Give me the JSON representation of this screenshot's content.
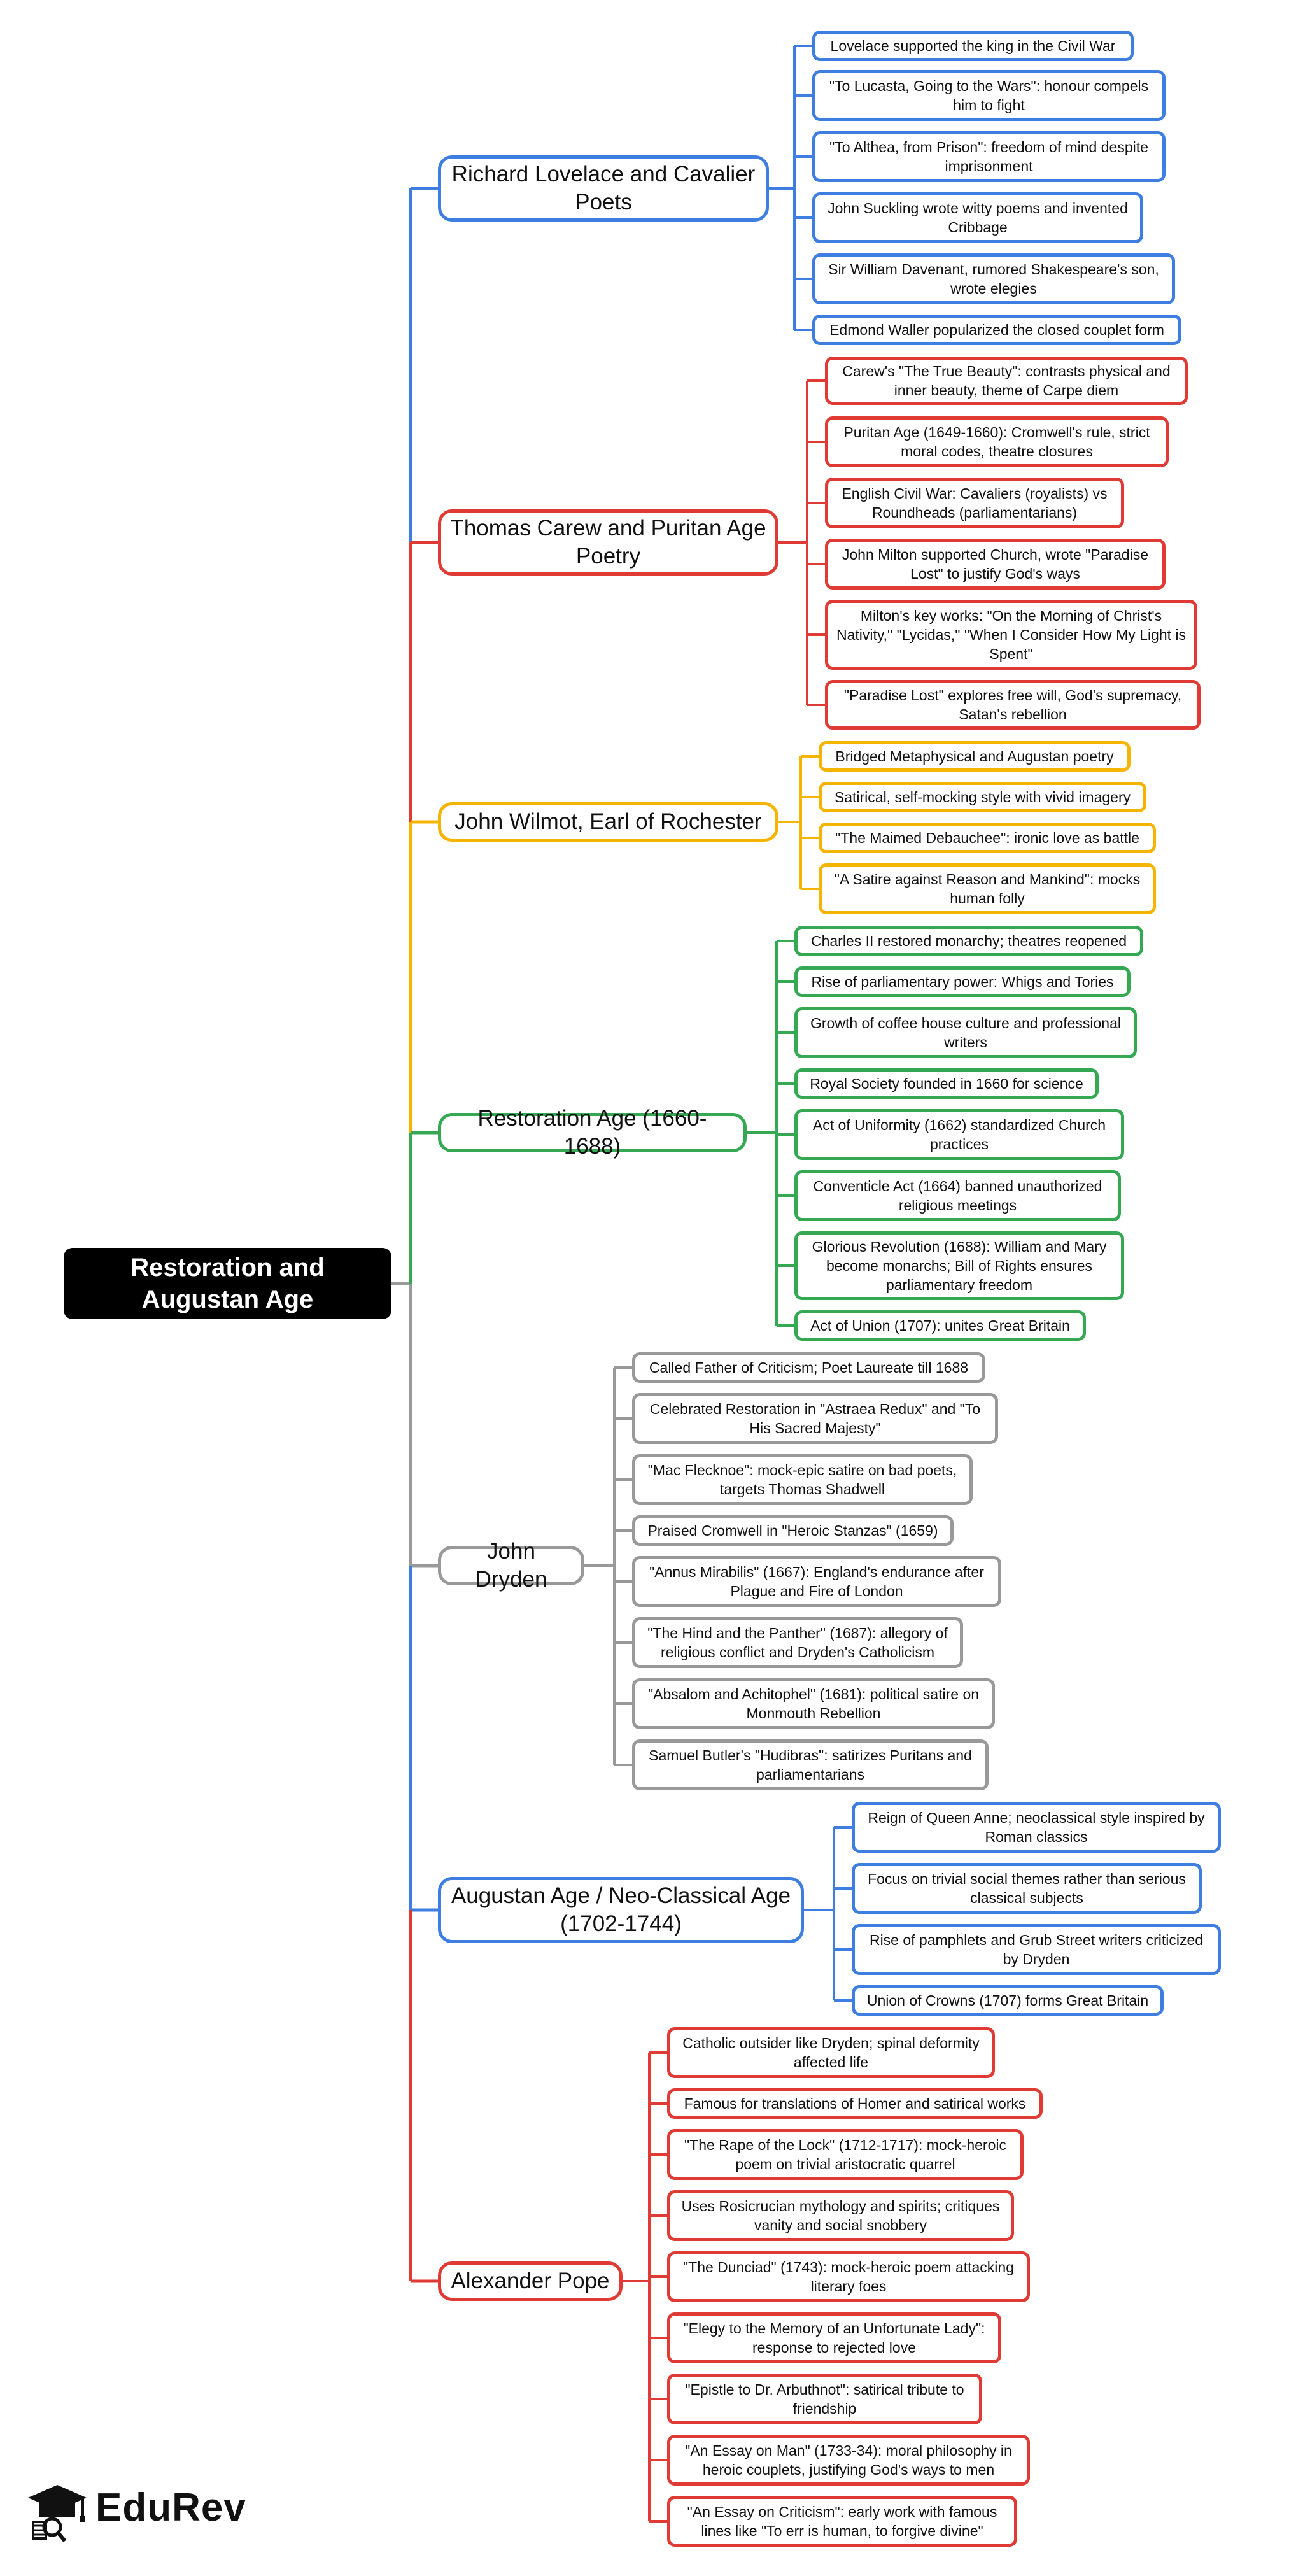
{
  "root": "Restoration and Augustan Age",
  "colors": {
    "blue": "#3d7ee0",
    "red": "#e03a35",
    "yellow": "#f4b400",
    "green": "#34a853",
    "gray": "#999999"
  },
  "branches": [
    {
      "label": "Richard Lovelace and Cavalier Poets",
      "color": "blue",
      "leaves": [
        "Lovelace supported the king in the Civil War",
        "\"To Lucasta, Going to the Wars\": honour compels him to fight",
        "\"To Althea, from Prison\": freedom of mind despite imprisonment",
        "John Suckling wrote witty poems and invented Cribbage",
        "Sir William Davenant, rumored Shakespeare's son, wrote elegies",
        "Edmond Waller popularized the closed couplet form"
      ]
    },
    {
      "label": "Thomas Carew and Puritan Age Poetry",
      "color": "red",
      "leaves": [
        "Carew's \"The True Beauty\": contrasts physical and inner beauty, theme of Carpe diem",
        "Puritan Age (1649-1660): Cromwell's rule, strict moral codes, theatre closures",
        "English Civil War: Cavaliers (royalists) vs Roundheads (parliamentarians)",
        "John Milton supported Church, wrote \"Paradise Lost\" to justify God's ways",
        "Milton's key works: \"On the Morning of Christ's Nativity,\" \"Lycidas,\" \"When I Consider How My Light is Spent\"",
        "\"Paradise Lost\" explores free will, God's supremacy, Satan's rebellion"
      ]
    },
    {
      "label": "John Wilmot, Earl of Rochester",
      "color": "yellow",
      "leaves": [
        "Bridged Metaphysical and Augustan poetry",
        "Satirical, self-mocking style with vivid imagery",
        "\"The Maimed Debauchee\": ironic love as battle",
        "\"A Satire against Reason and Mankind\": mocks human folly"
      ]
    },
    {
      "label": "Restoration Age (1660-1688)",
      "color": "green",
      "leaves": [
        "Charles II restored monarchy; theatres reopened",
        "Rise of parliamentary power: Whigs and Tories",
        "Growth of coffee house culture and professional writers",
        "Royal Society founded in 1660 for science",
        "Act of Uniformity (1662) standardized Church practices",
        "Conventicle Act (1664) banned unauthorized religious meetings",
        "Glorious Revolution (1688): William and Mary become monarchs; Bill of Rights ensures parliamentary freedom",
        "Act of Union (1707): unites Great Britain"
      ]
    },
    {
      "label": "John Dryden",
      "color": "gray",
      "leaves": [
        "Called Father of Criticism; Poet Laureate till 1688",
        "Celebrated Restoration in \"Astraea Redux\" and \"To His Sacred Majesty\"",
        "\"Mac Flecknoe\": mock-epic satire on bad poets, targets Thomas Shadwell",
        "Praised Cromwell in \"Heroic Stanzas\" (1659)",
        "\"Annus Mirabilis\" (1667): England's endurance after Plague and Fire of London",
        "\"The Hind and the Panther\" (1687): allegory of religious conflict and Dryden's Catholicism",
        "\"Absalom and Achitophel\" (1681): political satire on Monmouth Rebellion",
        "Samuel Butler's \"Hudibras\": satirizes Puritans and parliamentarians"
      ]
    },
    {
      "label": "Augustan Age / Neo-Classical Age (1702-1744)",
      "color": "blue",
      "leaves": [
        "Reign of Queen Anne; neoclassical style inspired by Roman classics",
        "Focus on trivial social themes rather than serious classical subjects",
        "Rise of pamphlets and Grub Street writers criticized by Dryden",
        "Union of Crowns (1707) forms Great Britain"
      ]
    },
    {
      "label": "Alexander Pope",
      "color": "red",
      "leaves": [
        "Catholic outsider like Dryden; spinal deformity affected life",
        "Famous for translations of Homer and satirical works",
        "\"The Rape of the Lock\" (1712-1717): mock-heroic poem on trivial aristocratic quarrel",
        "Uses Rosicrucian mythology and spirits; critiques vanity and social snobbery",
        "\"The Dunciad\" (1743): mock-heroic poem attacking literary foes",
        "\"Elegy to the Memory of an Unfortunate Lady\": response to rejected love",
        "\"Epistle to Dr. Arbuthnot\": satirical tribute to friendship",
        "\"An Essay on Man\" (1733-34): moral philosophy in heroic couplets, justifying God's ways to men",
        "\"An Essay on Criticism\": early work with famous lines like \"To err is human, to forgive divine\""
      ]
    }
  ],
  "logo": {
    "text": "EduRev",
    "icon": "graduation-cap-icon"
  }
}
